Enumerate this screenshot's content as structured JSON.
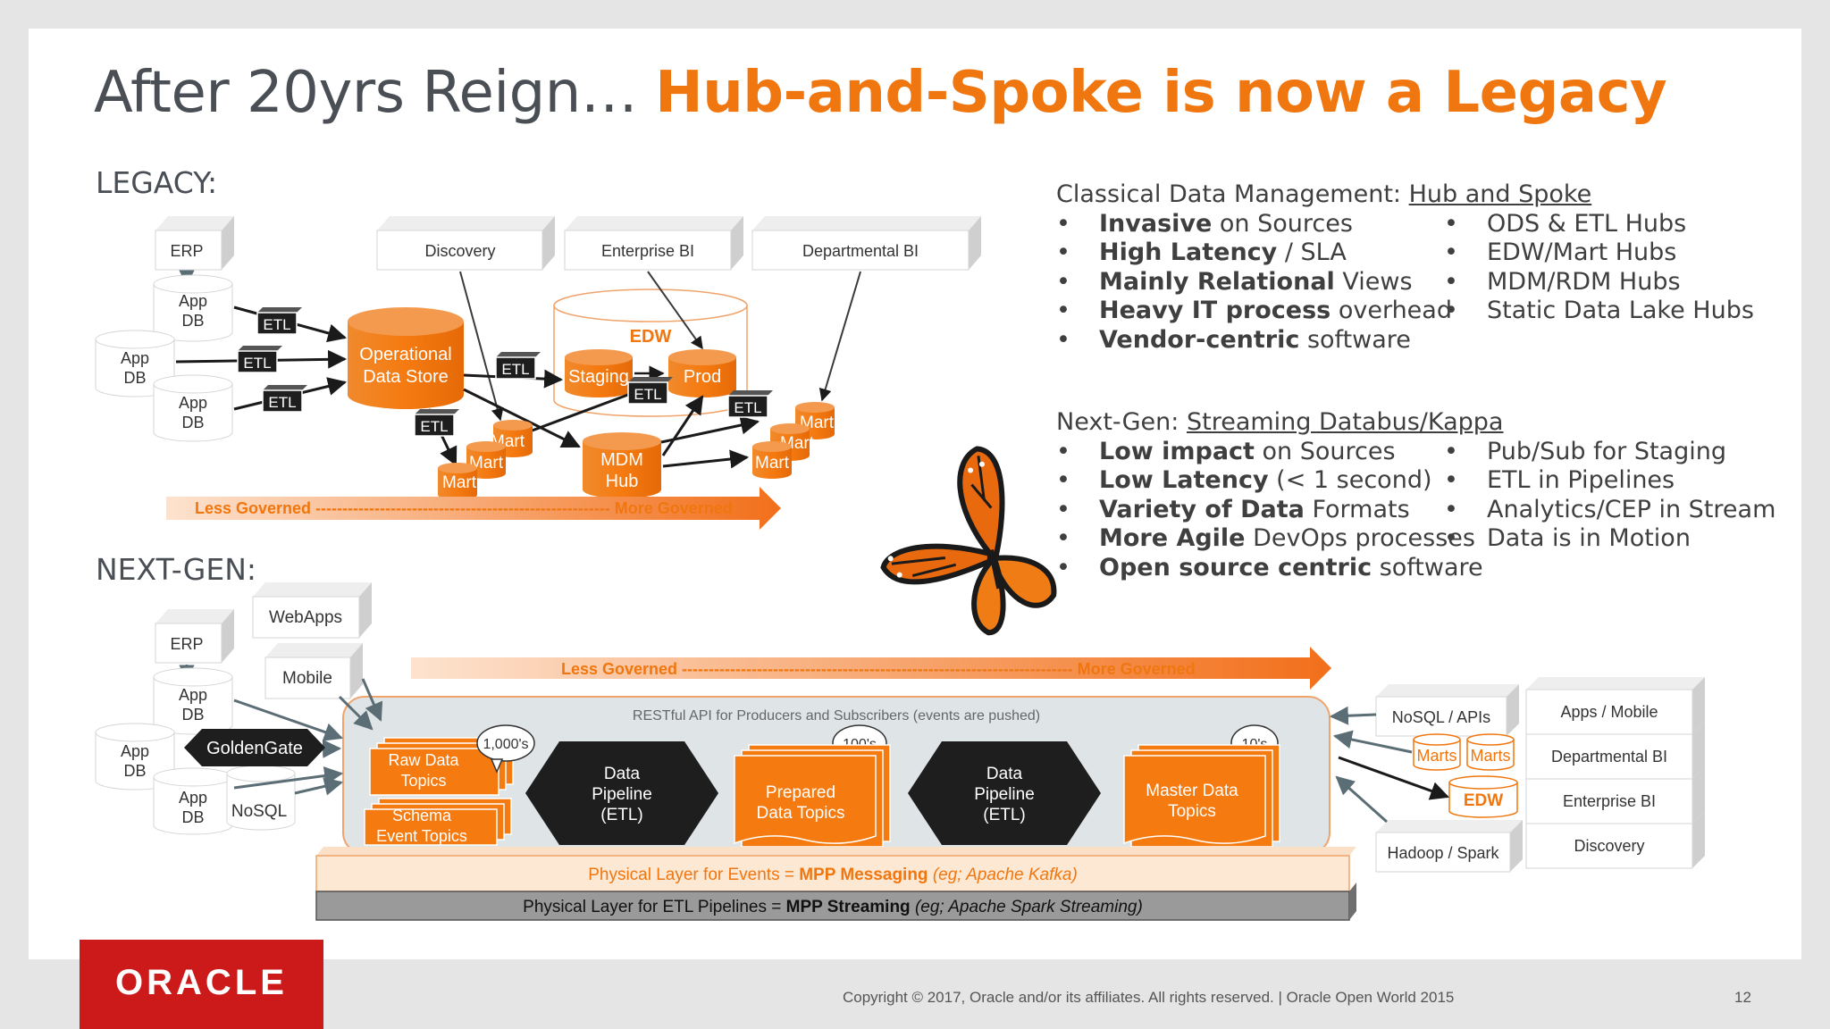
{
  "title": {
    "part1": "After 20yrs Reign… ",
    "part2": "Hub-and-Spoke is now a Legacy"
  },
  "sections": {
    "legacy": "LEGACY:",
    "nextgen": "NEXT-GEN:"
  },
  "classical": {
    "heading_prefix": "Classical Data Management: ",
    "heading_link": "Hub and Spoke",
    "left": [
      {
        "bold": "Invasive",
        "rest": " on Sources"
      },
      {
        "bold": "High Latency",
        "rest": " / SLA"
      },
      {
        "bold": "Mainly Relational",
        "rest": " Views"
      },
      {
        "bold": "Heavy IT process",
        "rest": " overhead"
      },
      {
        "bold": "Vendor-centric",
        "rest": " software"
      }
    ],
    "right": [
      "ODS & ETL Hubs",
      "EDW/Mart Hubs",
      "MDM/RDM Hubs",
      "Static Data Lake Hubs"
    ]
  },
  "nextgen_text": {
    "heading_prefix": "Next-Gen: ",
    "heading_link": "Streaming Databus/Kappa",
    "left": [
      {
        "bold": "Low impact",
        "rest": " on Sources"
      },
      {
        "bold": "Low Latency",
        "rest": " (< 1 second)"
      },
      {
        "bold": "Variety of Data",
        "rest": " Formats"
      },
      {
        "bold": "More Agile",
        "rest": " DevOps processes"
      },
      {
        "bold": "Open source centric",
        "rest": " software"
      }
    ],
    "right": [
      "Pub/Sub for Staging",
      "ETL in Pipelines",
      "Analytics/CEP in Stream",
      "Data is in Motion"
    ]
  },
  "legacy_diagram": {
    "erp": "ERP",
    "app": "App",
    "db": "DB",
    "etl": "ETL",
    "discovery": "Discovery",
    "enterprise_bi": "Enterprise BI",
    "departmental_bi": "Departmental BI",
    "ods_line1": "Operational",
    "ods_line2": "Data Store",
    "edw": "EDW",
    "staging": "Staging",
    "prod": "Prod",
    "mart": "Mart",
    "mdm_line1": "MDM",
    "mdm_line2": "Hub",
    "governance": "Less Governed ------------------------------------------------------- More Governed"
  },
  "nextgen_diagram": {
    "erp": "ERP",
    "app": "App",
    "db": "DB",
    "webapps": "WebApps",
    "mobile": "Mobile",
    "goldengate": "GoldenGate",
    "nosql": "NoSQL",
    "governance": "Less Governed ------------------------------------------------------------------------- More Governed",
    "api_label": "RESTful API for Producers and Subscribers (events are pushed)",
    "raw_line1": "Raw Data",
    "raw_line2": "Topics",
    "schema_line1": "Schema",
    "schema_line2": "Event Topics",
    "bubble1": "1,000's",
    "bubble2": "100's",
    "bubble3": "10's",
    "pipe_line1": "Data",
    "pipe_line2": "Pipeline",
    "pipe_line3": "(ETL)",
    "prepared_line1": "Prepared",
    "prepared_line2": "Data Topics",
    "master_line1": "Master Data",
    "master_line2": "Topics",
    "nosql_apis": "NoSQL / APIs",
    "marts": "Marts",
    "edw": "EDW",
    "hadoop": "Hadoop / Spark",
    "apps_mobile": "Apps / Mobile",
    "departmental_bi": "Departmental BI",
    "enterprise_bi": "Enterprise BI",
    "discovery": "Discovery",
    "physical1_a": "Physical Layer for Events = ",
    "physical1_b": "MPP Messaging",
    "physical1_c": " (eg; Apache Kafka)",
    "physical2_a": "Physical Layer for ETL Pipelines = ",
    "physical2_b": "MPP Streaming",
    "physical2_c": " (eg; Apache Spark Streaming)"
  },
  "footer": {
    "copyright": "Copyright © 2017, Oracle and/or its affiliates. All rights reserved.  |  Oracle Open World 2015",
    "page": "12",
    "logo": "ORACLE"
  },
  "colors": {
    "orange": "#f0760f",
    "title_gray": "#4a4f55",
    "oracle_red": "#cc1a1a",
    "dark": "#1e1e1e"
  }
}
